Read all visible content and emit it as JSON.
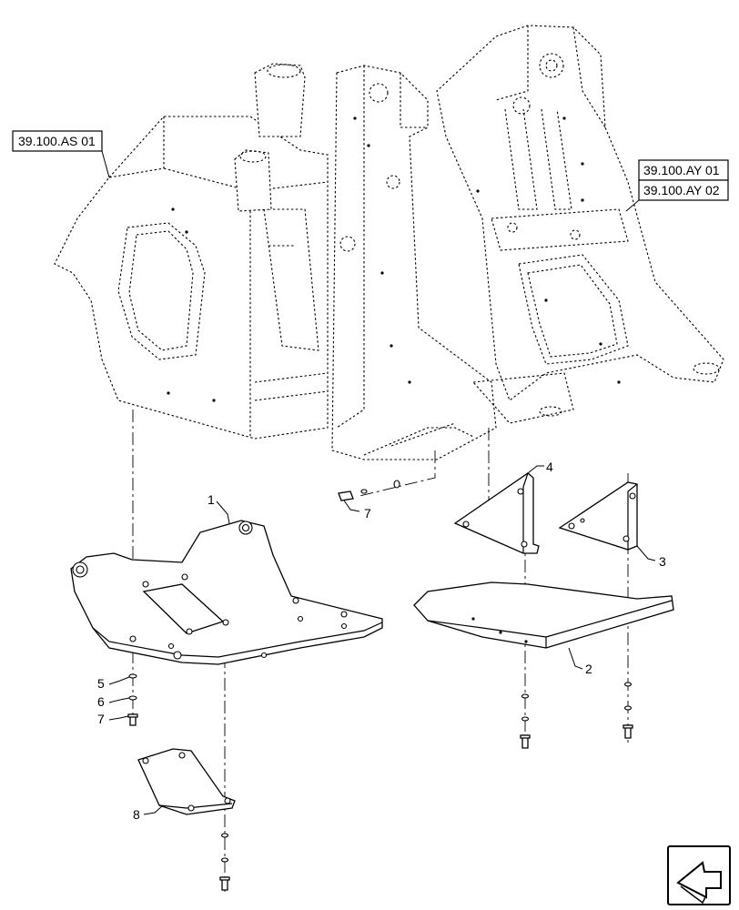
{
  "references": {
    "ref_1": "39.100.AS 01",
    "ref_2": "39.100.AY 01",
    "ref_3": "39.100.AY 02"
  },
  "callouts": [
    {
      "id": "c1",
      "label": "1"
    },
    {
      "id": "c2",
      "label": "2"
    },
    {
      "id": "c3",
      "label": "3"
    },
    {
      "id": "c4",
      "label": "4"
    },
    {
      "id": "c5",
      "label": "5"
    },
    {
      "id": "c6",
      "label": "6"
    },
    {
      "id": "c7a",
      "label": "7"
    },
    {
      "id": "c7b",
      "label": "7"
    },
    {
      "id": "c8",
      "label": "8"
    }
  ],
  "icons": {
    "nav": "direction-arrow-icon"
  }
}
